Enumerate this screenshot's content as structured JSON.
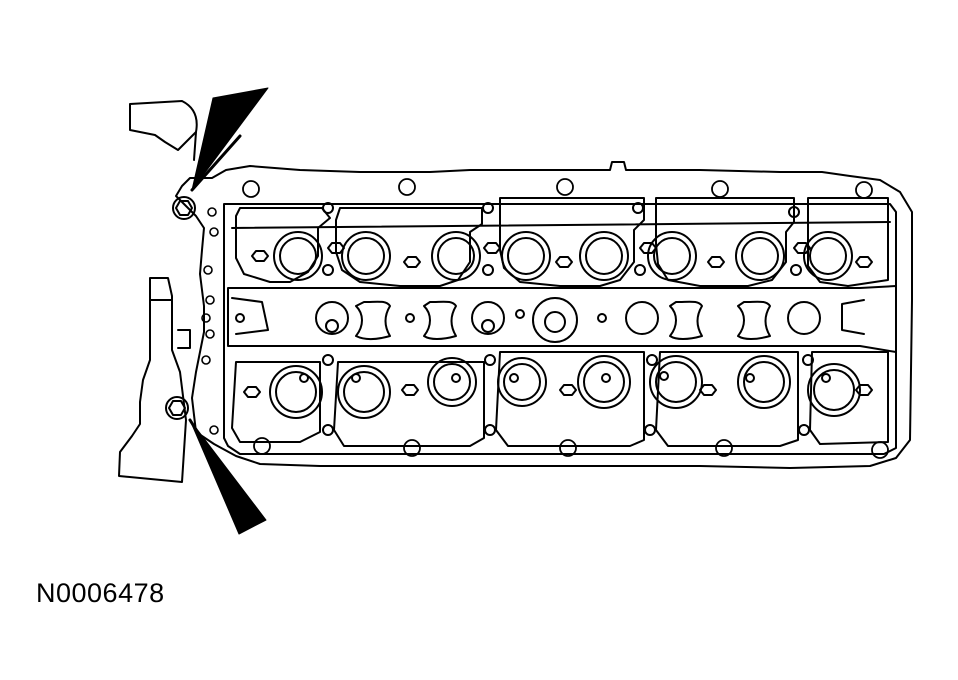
{
  "figure": {
    "label": "N0006478",
    "subject": "cylinder-head",
    "highlighted_fasteners": 2
  },
  "colors": {
    "ink": "#000000",
    "paper": "#ffffff"
  },
  "icons": [
    "arrow-icon",
    "bolt-icon"
  ]
}
